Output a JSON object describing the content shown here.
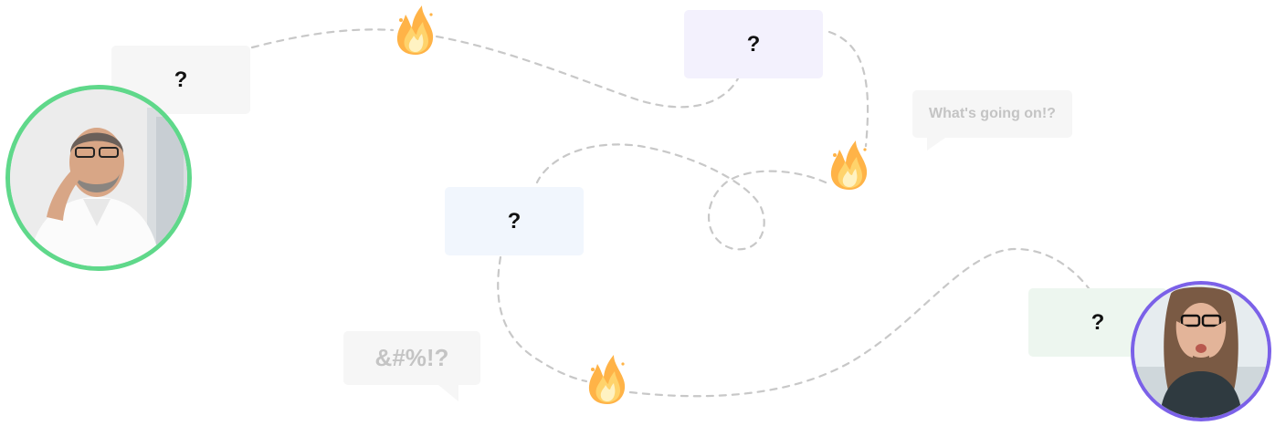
{
  "question_bubbles": [
    {
      "id": "q1",
      "text": "?"
    },
    {
      "id": "q2",
      "text": "?"
    },
    {
      "id": "q3",
      "text": "?"
    },
    {
      "id": "q4",
      "text": "?"
    }
  ],
  "speech_bubbles": {
    "whats_going_on": "What's going on!?",
    "grawlix": "&#%!?"
  },
  "avatars": {
    "left_person": "frustrated-man-avatar",
    "right_person": "stressed-woman-avatar"
  },
  "icons": [
    "fire-icon",
    "fire-icon",
    "fire-icon"
  ],
  "colors": {
    "dashed_path": "#c8c8c8",
    "bubble_gray": "#f6f6f6",
    "bubble_purple": "#f3f1fd",
    "bubble_blue": "#f1f6fd",
    "bubble_green": "#edf6ef",
    "avatar_ring_green": "#5fd88a",
    "avatar_ring_purple": "#7b61e8",
    "muted_text": "#c4c4c4"
  }
}
